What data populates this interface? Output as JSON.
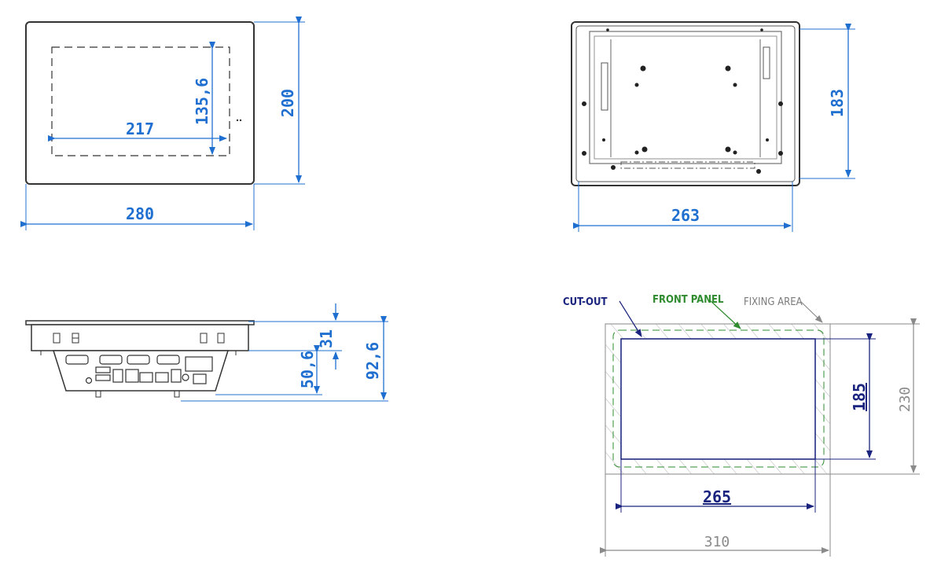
{
  "front_view": {
    "width_label": "280",
    "height_label": "200",
    "display_width_label": "217",
    "display_height_label": "135,6"
  },
  "rear_view": {
    "width_label": "263",
    "height_label": "183"
  },
  "side_view": {
    "top_label": "31",
    "mid_label": "50,6",
    "total_label": "92,6"
  },
  "cutout_view": {
    "cutout_label": "CUT-OUT",
    "front_panel_label": "FRONT PANEL",
    "fixing_area_label": "FIXING AREA",
    "cutout_width_label": "265",
    "cutout_height_label": "185",
    "outer_width_label": "310",
    "outer_height_label": "230"
  },
  "colors": {
    "dimension_blue": "#1f6fd1",
    "cutout_navy": "#1a237e",
    "front_panel_green": "#2e8b2e",
    "fixing_gray": "#8a8a8a",
    "outline_dark": "#333333"
  }
}
